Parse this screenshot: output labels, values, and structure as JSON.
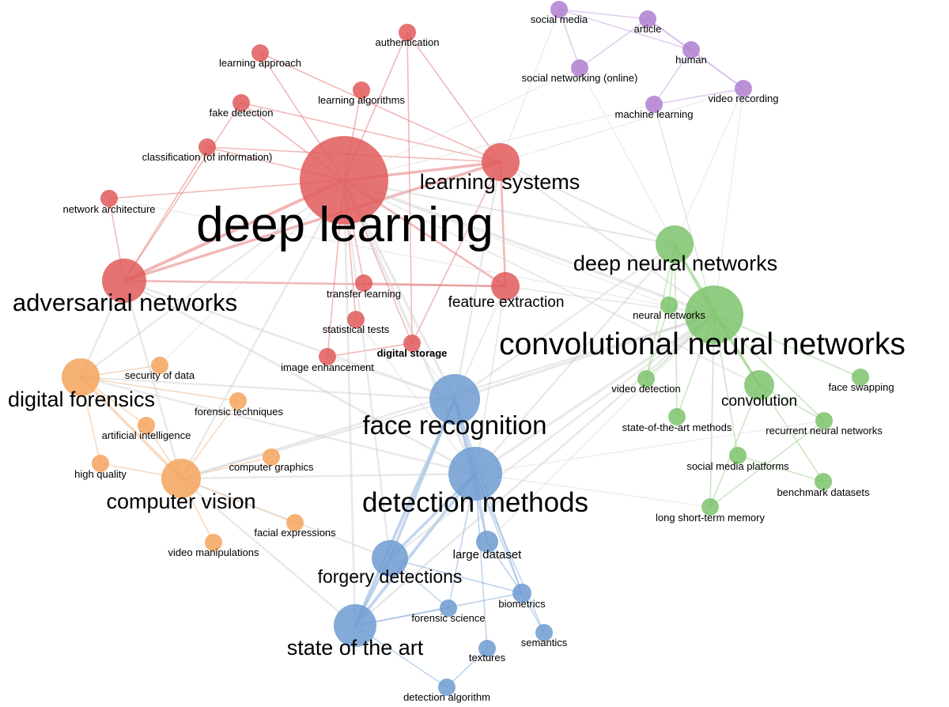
{
  "clusters": {
    "red": {
      "node": "#e05a5a",
      "edge": "#e77b7b"
    },
    "purple": {
      "node": "#b07fd0",
      "edge": "#c9a3e0"
    },
    "green": {
      "node": "#7cc36b",
      "edge": "#9cd48f"
    },
    "orange": {
      "node": "#f5a35c",
      "edge": "#f6b983"
    },
    "blue": {
      "node": "#6f9bd1",
      "edge": "#8eb2dc"
    },
    "grey_edge": "#cfcfcf"
  },
  "nodes": [
    {
      "id": "deep-learning",
      "label": "deep learning",
      "cluster": "red"
    },
    {
      "id": "learning-systems",
      "label": "learning systems",
      "cluster": "red"
    },
    {
      "id": "adversarial-networks",
      "label": "adversarial networks",
      "cluster": "red"
    },
    {
      "id": "feature-extraction",
      "label": "feature extraction",
      "cluster": "red"
    },
    {
      "id": "authentication",
      "label": "authentication",
      "cluster": "red"
    },
    {
      "id": "learning-approach",
      "label": "learning approach",
      "cluster": "red"
    },
    {
      "id": "learning-algorithms",
      "label": "learning algorithms",
      "cluster": "red"
    },
    {
      "id": "fake-detection",
      "label": "fake detection",
      "cluster": "red"
    },
    {
      "id": "classification",
      "label": "classification (of information)",
      "cluster": "red"
    },
    {
      "id": "network-architecture",
      "label": "network architecture",
      "cluster": "red"
    },
    {
      "id": "transfer-learning",
      "label": "transfer learning",
      "cluster": "red"
    },
    {
      "id": "statistical-tests",
      "label": "statistical tests",
      "cluster": "red"
    },
    {
      "id": "image-enhancement",
      "label": "image enhancement",
      "cluster": "red"
    },
    {
      "id": "digital-storage",
      "label": "digital storage",
      "cluster": "red"
    },
    {
      "id": "social-media",
      "label": "social media",
      "cluster": "purple"
    },
    {
      "id": "article",
      "label": "article",
      "cluster": "purple"
    },
    {
      "id": "human",
      "label": "human",
      "cluster": "purple"
    },
    {
      "id": "social-networking",
      "label": "social networking (online)",
      "cluster": "purple"
    },
    {
      "id": "machine-learning",
      "label": "machine learning",
      "cluster": "purple"
    },
    {
      "id": "video-recording",
      "label": "video recording",
      "cluster": "purple"
    },
    {
      "id": "deep-neural-networks",
      "label": "deep neural networks",
      "cluster": "green"
    },
    {
      "id": "convolutional-neural-networks",
      "label": "convolutional neural networks",
      "cluster": "green"
    },
    {
      "id": "neural-networks",
      "label": "neural networks",
      "cluster": "green"
    },
    {
      "id": "convolution",
      "label": "convolution",
      "cluster": "green"
    },
    {
      "id": "video-detection",
      "label": "video detection",
      "cluster": "green"
    },
    {
      "id": "face-swapping",
      "label": "face swapping",
      "cluster": "green"
    },
    {
      "id": "state-of-the-art-methods",
      "label": "state-of-the-art methods",
      "cluster": "green"
    },
    {
      "id": "recurrent-neural-networks",
      "label": "recurrent neural networks",
      "cluster": "green"
    },
    {
      "id": "social-media-platforms",
      "label": "social media platforms",
      "cluster": "green"
    },
    {
      "id": "benchmark-datasets",
      "label": "benchmark datasets",
      "cluster": "green"
    },
    {
      "id": "long-short-term-memory",
      "label": "long short-term memory",
      "cluster": "green"
    },
    {
      "id": "digital-forensics",
      "label": "digital forensics",
      "cluster": "orange"
    },
    {
      "id": "security-of-data",
      "label": "security of data",
      "cluster": "orange"
    },
    {
      "id": "forensic-techniques",
      "label": "forensic techniques",
      "cluster": "orange"
    },
    {
      "id": "artificial-intelligence",
      "label": "artificial intelligence",
      "cluster": "orange"
    },
    {
      "id": "high-quality",
      "label": "high quality",
      "cluster": "orange"
    },
    {
      "id": "computer-vision",
      "label": "computer vision",
      "cluster": "orange"
    },
    {
      "id": "computer-graphics",
      "label": "computer graphics",
      "cluster": "orange"
    },
    {
      "id": "facial-expressions",
      "label": "facial expressions",
      "cluster": "orange"
    },
    {
      "id": "video-manipulations",
      "label": "video manipulations",
      "cluster": "orange"
    },
    {
      "id": "face-recognition",
      "label": "face recognition",
      "cluster": "blue"
    },
    {
      "id": "detection-methods",
      "label": "detection methods",
      "cluster": "blue"
    },
    {
      "id": "forgery-detections",
      "label": "forgery detections",
      "cluster": "blue"
    },
    {
      "id": "large-dataset",
      "label": "large dataset",
      "cluster": "blue"
    },
    {
      "id": "biometrics",
      "label": "biometrics",
      "cluster": "blue"
    },
    {
      "id": "forensic-science",
      "label": "forensic science",
      "cluster": "blue"
    },
    {
      "id": "state-of-the-art",
      "label": "state of the art",
      "cluster": "blue"
    },
    {
      "id": "semantics",
      "label": "semantics",
      "cluster": "blue"
    },
    {
      "id": "textures",
      "label": "textures",
      "cluster": "blue"
    },
    {
      "id": "detection-algorithm",
      "label": "detection algorithm",
      "cluster": "blue"
    }
  ],
  "edges": [
    [
      "deep-learning",
      "learning-systems"
    ],
    [
      "deep-learning",
      "adversarial-networks"
    ],
    [
      "deep-learning",
      "feature-extraction"
    ],
    [
      "deep-learning",
      "authentication"
    ],
    [
      "deep-learning",
      "learning-approach"
    ],
    [
      "deep-learning",
      "learning-algorithms"
    ],
    [
      "deep-learning",
      "fake-detection"
    ],
    [
      "deep-learning",
      "classification"
    ],
    [
      "deep-learning",
      "network-architecture"
    ],
    [
      "deep-learning",
      "transfer-learning"
    ],
    [
      "deep-learning",
      "statistical-tests"
    ],
    [
      "deep-learning",
      "image-enhancement"
    ],
    [
      "deep-learning",
      "digital-storage"
    ],
    [
      "adversarial-networks",
      "classification"
    ],
    [
      "adversarial-networks",
      "network-architecture"
    ],
    [
      "adversarial-networks",
      "feature-extraction"
    ],
    [
      "adversarial-networks",
      "fake-detection"
    ],
    [
      "adversarial-networks",
      "learning-systems"
    ],
    [
      "learning-systems",
      "feature-extraction"
    ],
    [
      "learning-systems",
      "classification"
    ],
    [
      "learning-systems",
      "digital-storage"
    ],
    [
      "authentication",
      "digital-storage"
    ],
    [
      "authentication",
      "learning-systems"
    ],
    [
      "fake-detection",
      "learning-systems"
    ],
    [
      "learning-approach",
      "learning-systems"
    ],
    [
      "transfer-learning",
      "feature-extraction"
    ],
    [
      "image-enhancement",
      "digital-storage"
    ],
    [
      "social-media",
      "article"
    ],
    [
      "article",
      "human"
    ],
    [
      "human",
      "video-recording"
    ],
    [
      "social-media",
      "human"
    ],
    [
      "social-networking",
      "social-media"
    ],
    [
      "machine-learning",
      "video-recording"
    ],
    [
      "article",
      "video-recording"
    ],
    [
      "social-networking",
      "article"
    ],
    [
      "machine-learning",
      "human"
    ],
    [
      "deep-neural-networks",
      "convolutional-neural-networks"
    ],
    [
      "deep-neural-networks",
      "neural-networks"
    ],
    [
      "deep-neural-networks",
      "convolution"
    ],
    [
      "deep-neural-networks",
      "video-detection"
    ],
    [
      "deep-neural-networks",
      "state-of-the-art-methods"
    ],
    [
      "convolutional-neural-networks",
      "convolution"
    ],
    [
      "convolutional-neural-networks",
      "face-swapping"
    ],
    [
      "convolutional-neural-networks",
      "recurrent-neural-networks"
    ],
    [
      "convolutional-neural-networks",
      "video-detection"
    ],
    [
      "convolutional-neural-networks",
      "state-of-the-art-methods"
    ],
    [
      "convolutional-neural-networks",
      "social-media-platforms"
    ],
    [
      "convolutional-neural-networks",
      "benchmark-datasets"
    ],
    [
      "convolutional-neural-networks",
      "long-short-term-memory"
    ],
    [
      "convolution",
      "recurrent-neural-networks"
    ],
    [
      "convolution",
      "long-short-term-memory"
    ],
    [
      "neural-networks",
      "video-detection"
    ],
    [
      "recurrent-neural-networks",
      "long-short-term-memory"
    ],
    [
      "social-media-platforms",
      "benchmark-datasets"
    ],
    [
      "digital-forensics",
      "security-of-data"
    ],
    [
      "digital-forensics",
      "forensic-techniques"
    ],
    [
      "digital-forensics",
      "artificial-intelligence"
    ],
    [
      "digital-forensics",
      "computer-vision"
    ],
    [
      "digital-forensics",
      "high-quality"
    ],
    [
      "computer-vision",
      "computer-graphics"
    ],
    [
      "computer-vision",
      "facial-expressions"
    ],
    [
      "computer-vision",
      "video-manipulations"
    ],
    [
      "computer-vision",
      "artificial-intelligence"
    ],
    [
      "computer-vision",
      "forensic-techniques"
    ],
    [
      "computer-vision",
      "high-quality"
    ],
    [
      "face-recognition",
      "detection-methods"
    ],
    [
      "face-recognition",
      "forgery-detections"
    ],
    [
      "face-recognition",
      "state-of-the-art"
    ],
    [
      "face-recognition",
      "large-dataset"
    ],
    [
      "face-recognition",
      "biometrics"
    ],
    [
      "detection-methods",
      "forgery-detections"
    ],
    [
      "detection-methods",
      "state-of-the-art"
    ],
    [
      "detection-methods",
      "large-dataset"
    ],
    [
      "detection-methods",
      "biometrics"
    ],
    [
      "detection-methods",
      "semantics"
    ],
    [
      "detection-methods",
      "textures"
    ],
    [
      "detection-methods",
      "forensic-science"
    ],
    [
      "forgery-detections",
      "state-of-the-art"
    ],
    [
      "forgery-detections",
      "forensic-science"
    ],
    [
      "forgery-detections",
      "biometrics"
    ],
    [
      "state-of-the-art",
      "forensic-science"
    ],
    [
      "state-of-the-art",
      "biometrics"
    ],
    [
      "state-of-the-art",
      "detection-algorithm"
    ],
    [
      "biometrics",
      "semantics"
    ],
    [
      "textures",
      "detection-algorithm"
    ],
    [
      "large-dataset",
      "biometrics"
    ],
    [
      "deep-learning",
      "face-recognition"
    ],
    [
      "deep-learning",
      "detection-methods"
    ],
    [
      "deep-learning",
      "convolutional-neural-networks"
    ],
    [
      "deep-learning",
      "deep-neural-networks"
    ],
    [
      "deep-learning",
      "digital-forensics"
    ],
    [
      "deep-learning",
      "computer-vision"
    ],
    [
      "deep-learning",
      "machine-learning"
    ],
    [
      "deep-learning",
      "social-networking"
    ],
    [
      "deep-learning",
      "forgery-detections"
    ],
    [
      "deep-learning",
      "state-of-the-art"
    ],
    [
      "deep-learning",
      "neural-networks"
    ],
    [
      "deep-learning",
      "convolution"
    ],
    [
      "learning-systems",
      "convolutional-neural-networks"
    ],
    [
      "learning-systems",
      "deep-neural-networks"
    ],
    [
      "learning-systems",
      "face-recognition"
    ],
    [
      "learning-systems",
      "social-media"
    ],
    [
      "learning-systems",
      "video-recording"
    ],
    [
      "adversarial-networks",
      "digital-forensics"
    ],
    [
      "adversarial-networks",
      "computer-vision"
    ],
    [
      "adversarial-networks",
      "face-recognition"
    ],
    [
      "adversarial-networks",
      "detection-methods"
    ],
    [
      "feature-extraction",
      "convolutional-neural-networks"
    ],
    [
      "feature-extraction",
      "detection-methods"
    ],
    [
      "feature-extraction",
      "face-recognition"
    ],
    [
      "face-recognition",
      "convolutional-neural-networks"
    ],
    [
      "face-recognition",
      "computer-vision"
    ],
    [
      "detection-methods",
      "convolutional-neural-networks"
    ],
    [
      "detection-methods",
      "deep-neural-networks"
    ],
    [
      "detection-methods",
      "computer-vision"
    ],
    [
      "detection-methods",
      "digital-forensics"
    ],
    [
      "convolutional-neural-networks",
      "computer-vision"
    ],
    [
      "convolutional-neural-networks",
      "machine-learning"
    ],
    [
      "deep-neural-networks",
      "video-recording"
    ],
    [
      "deep-neural-networks",
      "face-recognition"
    ],
    [
      "state-of-the-art",
      "computer-vision"
    ],
    [
      "state-of-the-art",
      "convolutional-neural-networks"
    ],
    [
      "digital-forensics",
      "face-recognition"
    ],
    [
      "computer-vision",
      "forgery-detections"
    ],
    [
      "machine-learning",
      "convolutional-neural-networks"
    ],
    [
      "social-networking",
      "deep-neural-networks"
    ],
    [
      "video-recording",
      "convolutional-neural-networks"
    ],
    [
      "digital-storage",
      "face-recognition"
    ],
    [
      "image-enhancement",
      "face-recognition"
    ],
    [
      "statistical-tests",
      "detection-methods"
    ],
    [
      "security-of-data",
      "deep-learning"
    ],
    [
      "network-architecture",
      "convolutional-neural-networks"
    ],
    [
      "forgery-detections",
      "convolutional-neural-networks"
    ],
    [
      "large-dataset",
      "convolutional-neural-networks"
    ],
    [
      "long-short-term-memory",
      "detection-methods"
    ],
    [
      "recurrent-neural-networks",
      "detection-methods"
    ]
  ]
}
